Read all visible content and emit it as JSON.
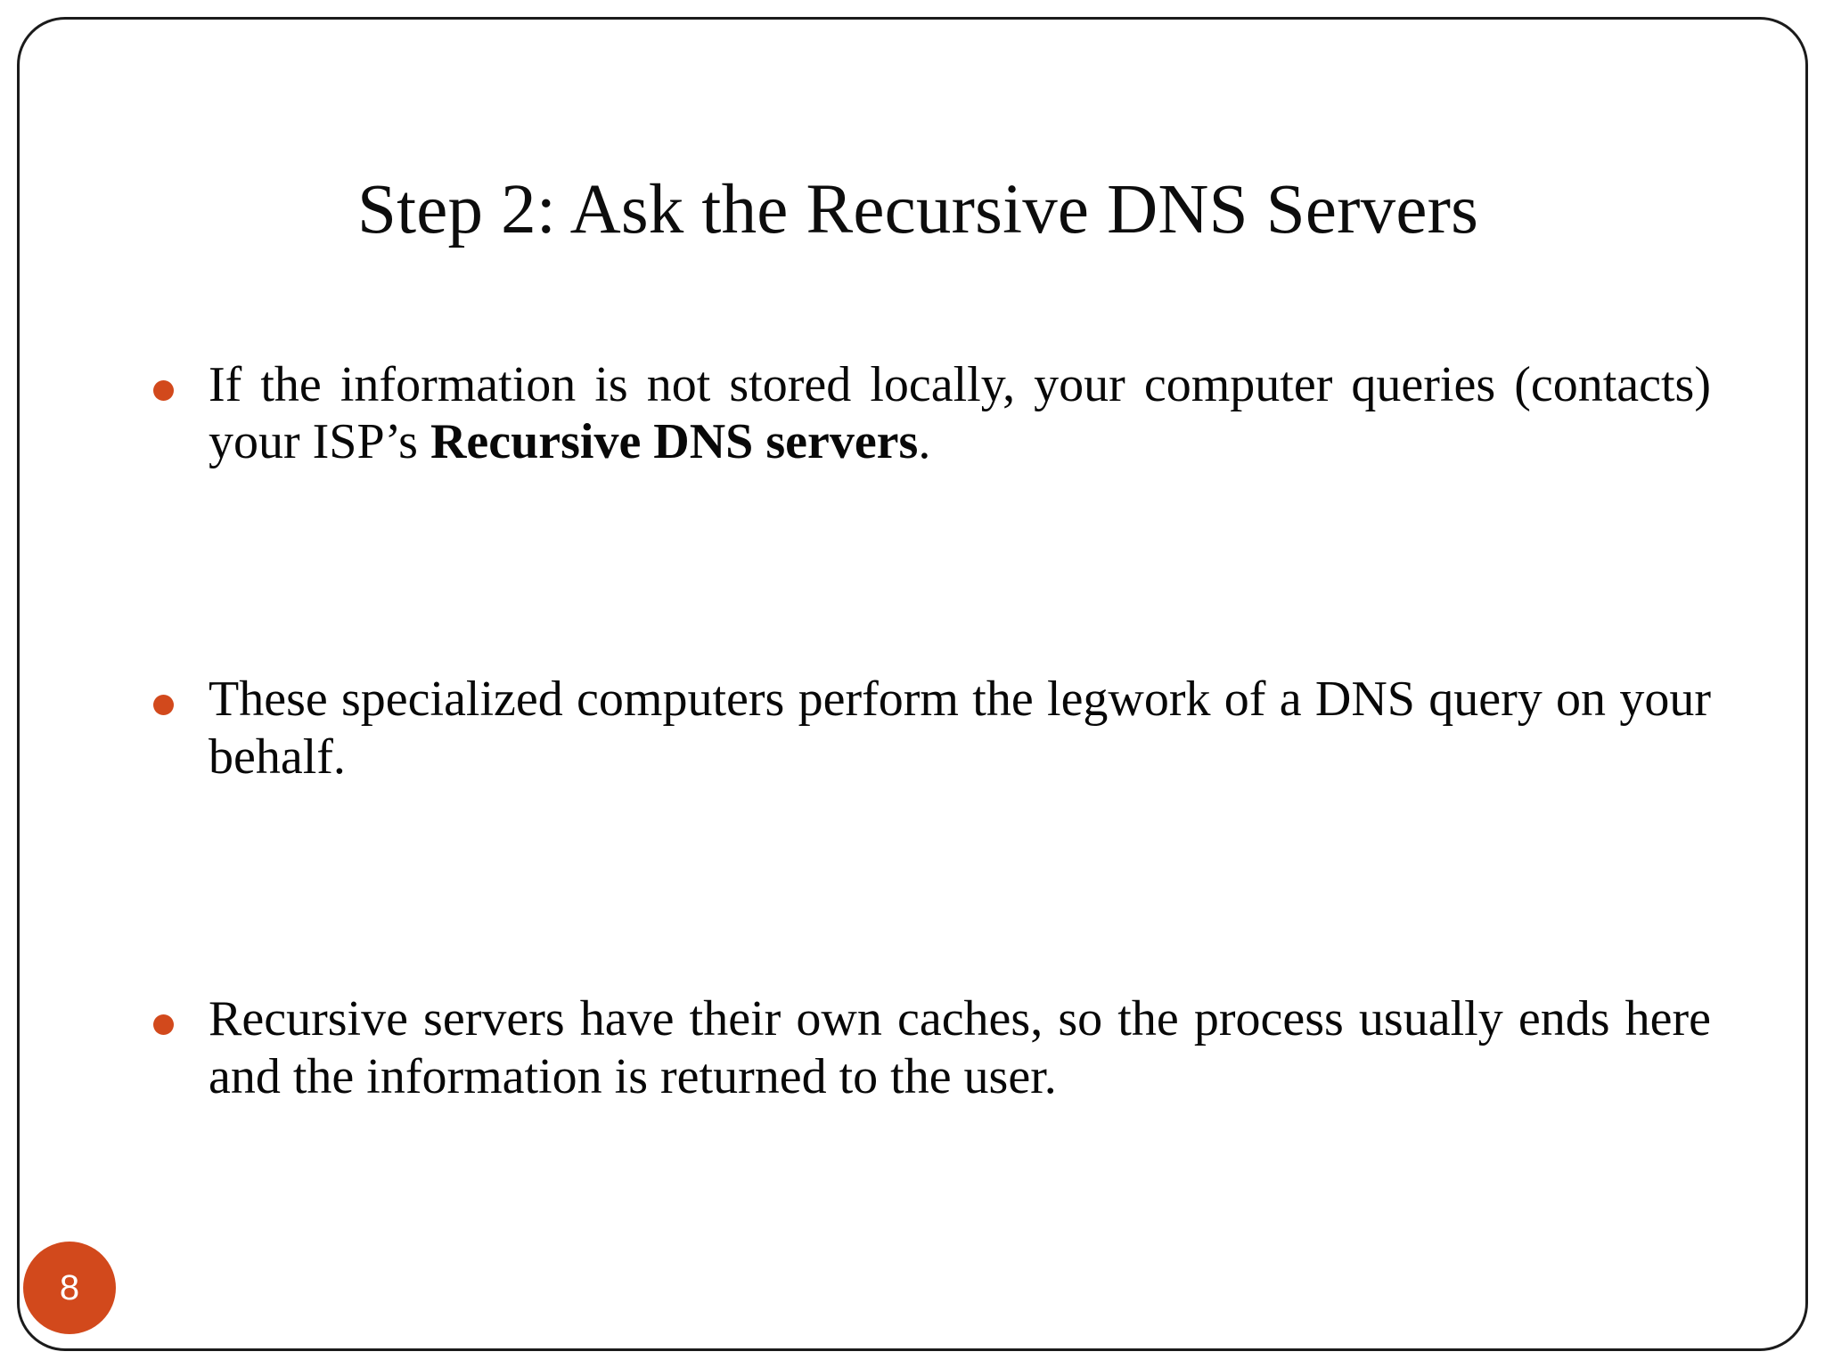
{
  "slide": {
    "title": "Step 2: Ask the Recursive DNS Servers",
    "page_number": "8",
    "accent_color": "#d2491c",
    "text_color": "#080808",
    "background_color": "#ffffff",
    "border_color": "#1b1b1b",
    "bullets": [
      {
        "id": "bullet-isp-recursive",
        "marker": "bullet-dot-icon",
        "lead": "If the information is not stored locally, your computer queries (contacts) your ISP’s ",
        "emphasis": "Recursive DNS servers",
        "trail": "."
      },
      {
        "id": "bullet-legwork",
        "marker": "bullet-dot-icon",
        "lead": "These specialized computers perform the legwork of a DNS query on your behalf.",
        "emphasis": "",
        "trail": ""
      },
      {
        "id": "bullet-caches",
        "marker": "bullet-dot-icon",
        "lead": " Recursive servers have their own caches, so the process usually ends here and the information is returned to the user.",
        "emphasis": "",
        "trail": ""
      }
    ]
  }
}
